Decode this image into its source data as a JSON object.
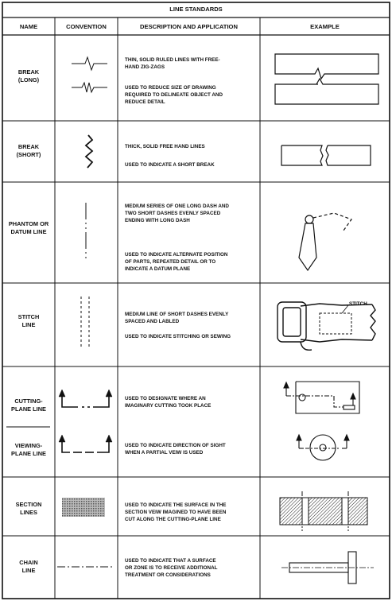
{
  "title": "LINE STANDARDS",
  "headers": {
    "name": "NAME",
    "convention": "CONVENTION",
    "description": "DESCRIPTION AND APPLICATION",
    "example": "EXAMPLE"
  },
  "rows": [
    {
      "name": "BREAK\n(LONG)",
      "desc1": "THIN, SOLID RULED LINES WITH FREE-\nHAND ZIG-ZAGS",
      "desc2": "USED TO REDUCE SIZE OF DRAWING\nREQUIRED TO DELINEATE OBJECT AND\nREDUCE DETAIL"
    },
    {
      "name": "BREAK\n(SHORT)",
      "desc1": "THICK, SOLID FREE HAND LINES",
      "desc2": "USED TO INDICATE A SHORT BREAK"
    },
    {
      "name": "PHANTOM OR\nDATUM LINE",
      "desc1": "MEDIUM SERIES OF ONE LONG DASH AND\nTWO SHORT DASHES EVENLY SPACED\nENDING WITH LONG DASH",
      "desc2": "USED TO INDICATE ALTERNATE POSITION\nOF PARTS, REPEATED DETAIL OR TO\nINDICATE A DATUM PLANE"
    },
    {
      "name": "STITCH\nLINE",
      "desc1": "MEDIUM LINE OF SHORT DASHES EVENLY\nSPACED AND LABLED",
      "desc2": "USED TO INDICATE STITCHING OR SEWING",
      "example_label": "STITCH"
    },
    {
      "name": "CUTTING-\nPLANE LINE",
      "desc1": "USED TO DESIGNATE WHERE AN\nIMAGINARY CUTTING TOOK PLACE"
    },
    {
      "name": "VIEWING-\nPLANE LINE",
      "desc1": "USED TO INDICATE DIRECTION OF SIGHT\nWHEN A PARTIAL VEIW IS USED"
    },
    {
      "name": "SECTION\nLINES",
      "desc1": "USED TO INDICATE THE SURFACE IN THE\nSECTION VEIW IMAGINED TO HAVE BEEN\nCUT ALONG THE CUTTING-PLANE LINE"
    },
    {
      "name": "CHAIN\nLINE",
      "desc1": "USED TO INDICATE THAT A SURFACE\nOR ZONE IS TO RECEIVE ADDITIONAL\nTREATMENT OR CONSIDERATIONS"
    }
  ]
}
